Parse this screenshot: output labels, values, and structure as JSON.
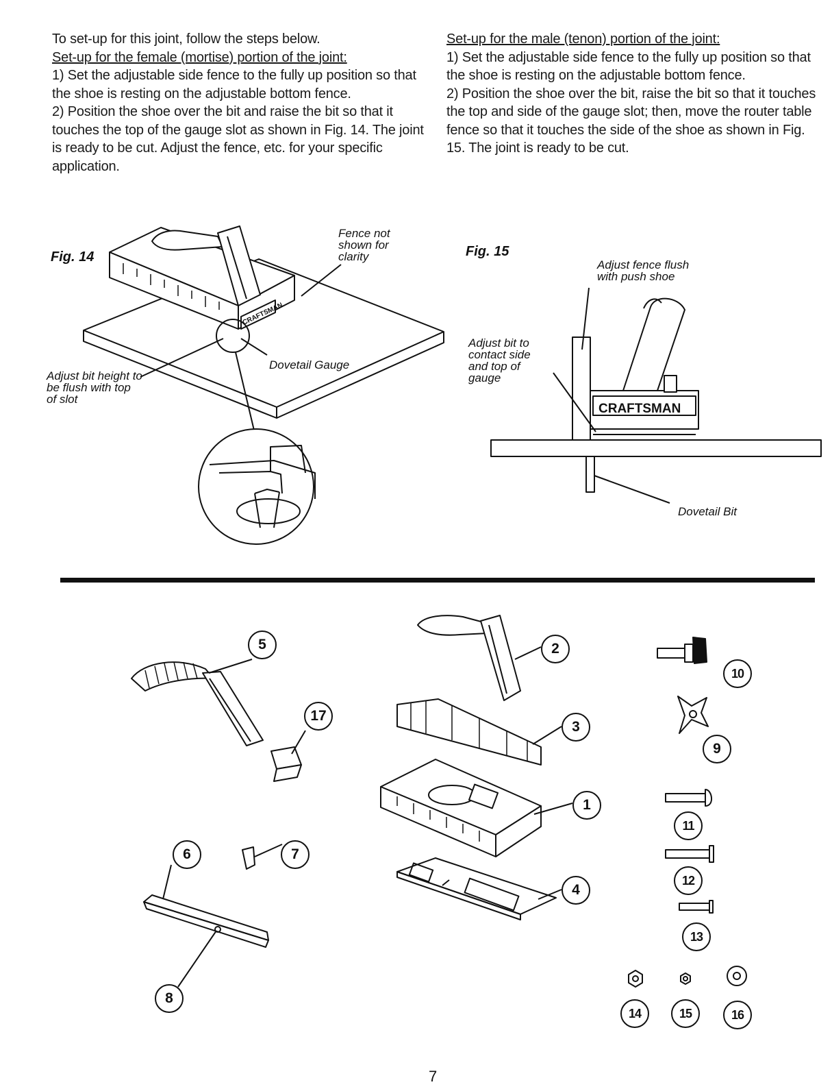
{
  "left_column": {
    "intro": "To set-up for this joint, follow the steps below.",
    "heading": "Set-up for the female (mortise) portion of the joint:",
    "step1": "1) Set the adjustable side fence to the fully up position so that the shoe is resting on the adjustable bottom fence.",
    "step2": "2) Position the shoe over the bit and raise the bit so that it touches the top of the gauge slot as shown in Fig. 14. The joint is ready to be cut. Adjust the fence, etc. for your specific application."
  },
  "right_column": {
    "heading": "Set-up for the male (tenon) portion of the joint:",
    "step1": "1) Set the adjustable side fence to the fully up position so that the shoe is resting on the adjustable bottom fence.",
    "step2": "2) Position the shoe over the bit, raise the bit so that it touches the top and side of the gauge slot; then, move the router table fence so that it touches the side of the shoe as shown in Fig. 15. The joint is ready to be cut."
  },
  "fig14": {
    "label": "Fig. 14",
    "callout_fence": "Fence not shown for clarity",
    "callout_gauge": "Dovetail Gauge",
    "callout_bit": "Adjust bit height to be flush with top of slot",
    "brand": "CRAFTSMAN"
  },
  "fig15": {
    "label": "Fig. 15",
    "callout_fence": "Adjust fence flush with push shoe",
    "callout_bit": "Adjust bit to contact side and top of gauge",
    "callout_dovetail": "Dovetail Bit",
    "brand": "CRAFTSMAN"
  },
  "parts": [
    "1",
    "2",
    "3",
    "4",
    "5",
    "6",
    "7",
    "8",
    "9",
    "10",
    "11",
    "12",
    "13",
    "14",
    "15",
    "16",
    "17"
  ],
  "page_number": "7"
}
